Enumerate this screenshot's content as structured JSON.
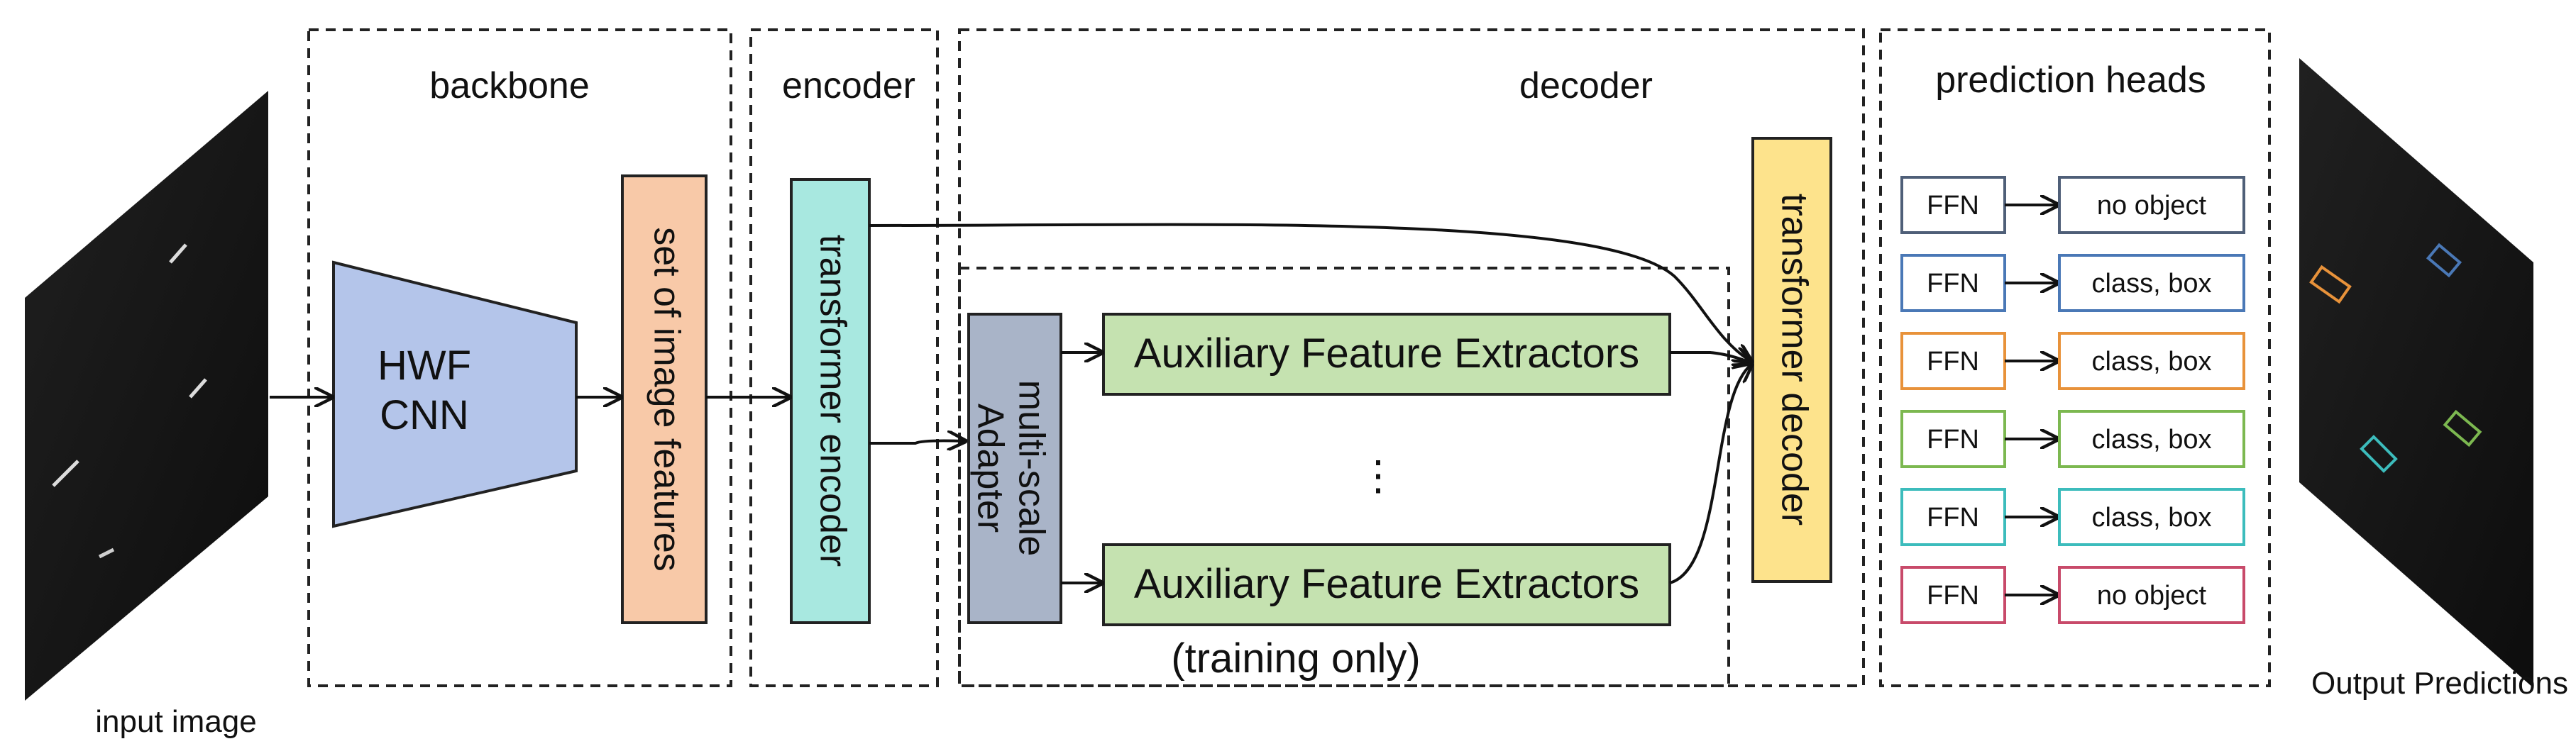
{
  "sections": {
    "backbone": "backbone",
    "encoder": "encoder",
    "decoder": "decoder",
    "prediction_heads": "prediction heads"
  },
  "input": {
    "caption": "input image"
  },
  "output": {
    "caption": "Output Predictions"
  },
  "backbone": {
    "cnn_line1": "HWF",
    "cnn_line2": "CNN",
    "features_label": "set of image features"
  },
  "encoder": {
    "label": "transformer encoder"
  },
  "decoder": {
    "adapter_line1": "multi-scale",
    "adapter_line2": "Adapter",
    "extractor_top": "Auxiliary Feature Extractors",
    "extractor_bottom": "Auxiliary Feature Extractors",
    "ellipsis": "⋮",
    "training_note": "(training only)",
    "transformer_decoder": "transformer decoder"
  },
  "heads": [
    {
      "ffn": "FFN",
      "output": "no object",
      "color": "#4f5f78"
    },
    {
      "ffn": "FFN",
      "output": "class, box",
      "color": "#4a78b6"
    },
    {
      "ffn": "FFN",
      "output": "class, box",
      "color": "#e8923a"
    },
    {
      "ffn": "FFN",
      "output": "class, box",
      "color": "#7cb850"
    },
    {
      "ffn": "FFN",
      "output": "class, box",
      "color": "#3cbcbc"
    },
    {
      "ffn": "FFN",
      "output": "no object",
      "color": "#c84a6a"
    }
  ],
  "colors": {
    "cnn_fill": "#b4c5ea",
    "features_fill": "#f8c9a8",
    "encoder_fill": "#a8e8e0",
    "adapter_fill": "#a9b4c8",
    "extractor_fill": "#c5e2b0",
    "decoder_fill": "#fde38c"
  }
}
